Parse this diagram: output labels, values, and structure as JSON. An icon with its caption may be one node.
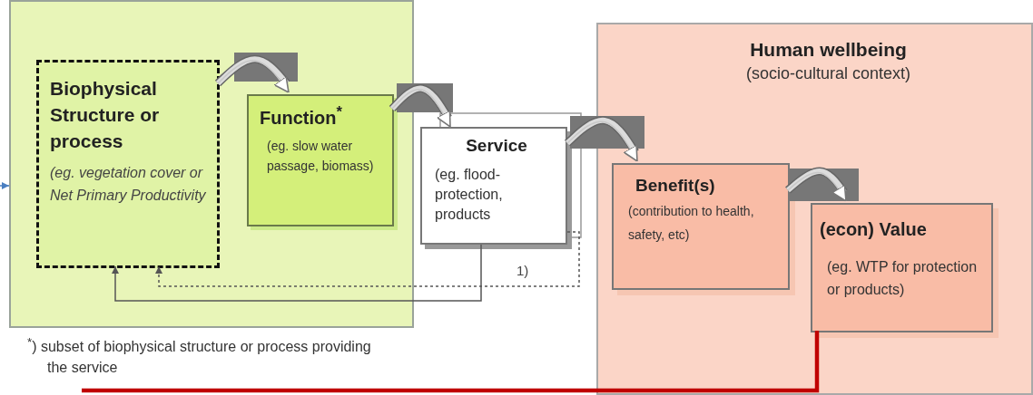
{
  "diagram": {
    "nodes": [
      {
        "text": [],
        "shape": "box"
      },
      {
        "text": [
          "Biophysical Structure or process",
          "(eg. vegetation cover or Net Primary Productivity"
        ],
        "in": 0
      },
      {
        "text": [
          "Function$^{*}$",
          "(eg. slow water passage, biomass)"
        ],
        "in": 0
      },
      {
        "text": [
          "Service",
          "(eg. flood-protection, products"
        ]
      },
      {
        "text": [
          "Human wellbeing",
          "(socio-cultural context)"
        ]
      },
      {
        "text": [
          "Benefit(s)",
          "(contribution to health, safety, etc)"
        ],
        "in": 4
      },
      {
        "text": [
          "(econ) Value",
          "(eg. WTP for protection or products)"
        ],
        "in": 4
      }
    ],
    "edges": [
      {
        "from": 1,
        "to": 2,
        "arrow": "to"
      },
      {
        "from": 2,
        "to": 3,
        "arrow": "to"
      },
      {
        "from": 3,
        "to": 5,
        "arrow": "to"
      },
      {
        "from": 5,
        "to": 6,
        "arrow": "to"
      },
      {
        "from": 3,
        "to": 1,
        "arrow": "to",
        "color": "#555555"
      },
      {
        "from": 3,
        "to": 1,
        "arrow": "to",
        "label": "1)",
        "style": "dashed",
        "color": "#555555"
      },
      {
        "from": null,
        "to": 0,
        "arrow": "to",
        "color": "#4a7fc1"
      },
      {
        "from": 6,
        "to": null,
        "arrow": "none",
        "style": "thick",
        "color": "#c00000"
      }
    ],
    "labels": [
      "$^{*}$) subset of biophysical structure or process providing the service"
    ]
  }
}
